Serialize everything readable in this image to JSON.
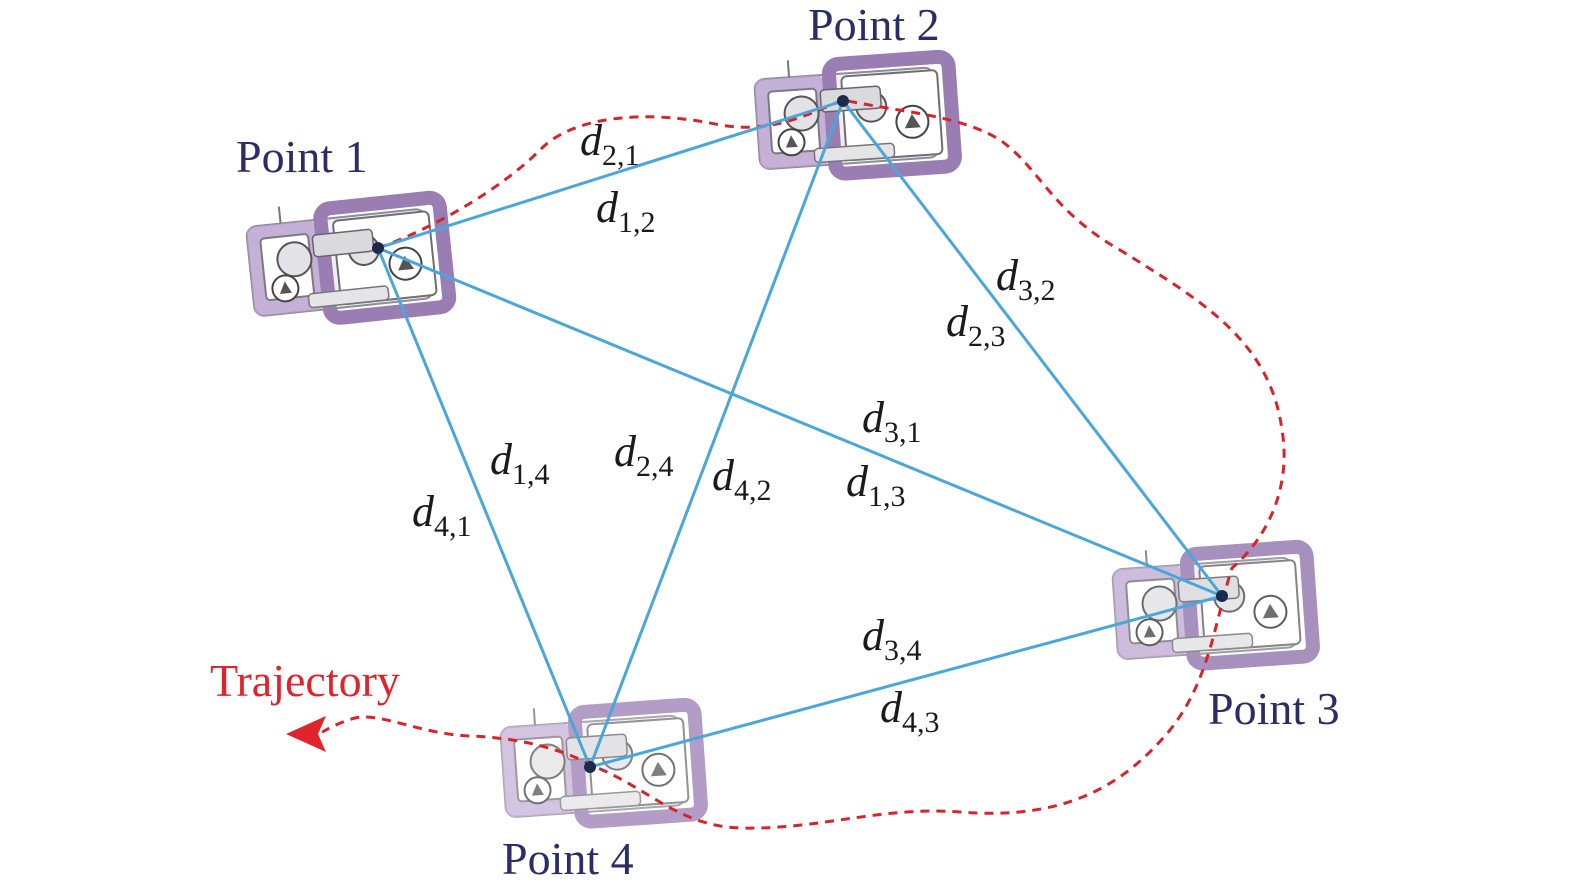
{
  "points": [
    {
      "id": "1",
      "label": "Point 1"
    },
    {
      "id": "2",
      "label": "Point 2"
    },
    {
      "id": "3",
      "label": "Point 3"
    },
    {
      "id": "4",
      "label": "Point 4"
    }
  ],
  "trajectory": {
    "label": "Trajectory"
  },
  "distances": [
    {
      "key": "d21",
      "symbol": "d",
      "sub": "2,1"
    },
    {
      "key": "d12",
      "symbol": "d",
      "sub": "1,2"
    },
    {
      "key": "d32",
      "symbol": "d",
      "sub": "3,2"
    },
    {
      "key": "d23",
      "symbol": "d",
      "sub": "2,3"
    },
    {
      "key": "d31",
      "symbol": "d",
      "sub": "3,1"
    },
    {
      "key": "d13",
      "symbol": "d",
      "sub": "1,3"
    },
    {
      "key": "d14",
      "symbol": "d",
      "sub": "1,4"
    },
    {
      "key": "d41",
      "symbol": "d",
      "sub": "4,1"
    },
    {
      "key": "d24",
      "symbol": "d",
      "sub": "2,4"
    },
    {
      "key": "d42",
      "symbol": "d",
      "sub": "4,2"
    },
    {
      "key": "d34",
      "symbol": "d",
      "sub": "3,4"
    },
    {
      "key": "d43",
      "symbol": "d",
      "sub": "4,3"
    }
  ],
  "colors": {
    "link": "#4aa6db",
    "trajectory": "#d7242b",
    "point_label": "#2b2d66",
    "vehicle": "#a98bbf"
  },
  "icons": {
    "vehicle": "underwater-vehicle-icon",
    "arrow": "arrow-left-icon"
  }
}
